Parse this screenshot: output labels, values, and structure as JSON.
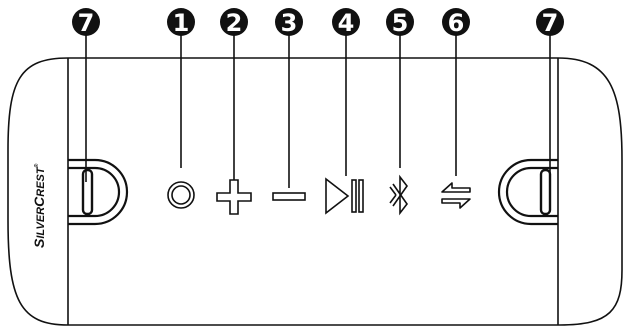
{
  "brand": {
    "name_parts": [
      "S",
      "ILVER",
      "C",
      "REST"
    ],
    "trademark": "®"
  },
  "callouts": [
    {
      "label": "7",
      "target": "left-strap-loop"
    },
    {
      "label": "1",
      "target": "power-button"
    },
    {
      "label": "2",
      "target": "volume-up-button"
    },
    {
      "label": "3",
      "target": "volume-down-button"
    },
    {
      "label": "4",
      "target": "play-pause-button"
    },
    {
      "label": "5",
      "target": "bluetooth-button"
    },
    {
      "label": "6",
      "target": "link-button"
    },
    {
      "label": "7",
      "target": "right-strap-loop"
    }
  ],
  "icons": [
    "power-icon",
    "plus-icon",
    "minus-icon",
    "play-pause-icon",
    "bluetooth-icon",
    "link-icon"
  ],
  "colors": {
    "ink": "#111111",
    "background": "#ffffff"
  }
}
